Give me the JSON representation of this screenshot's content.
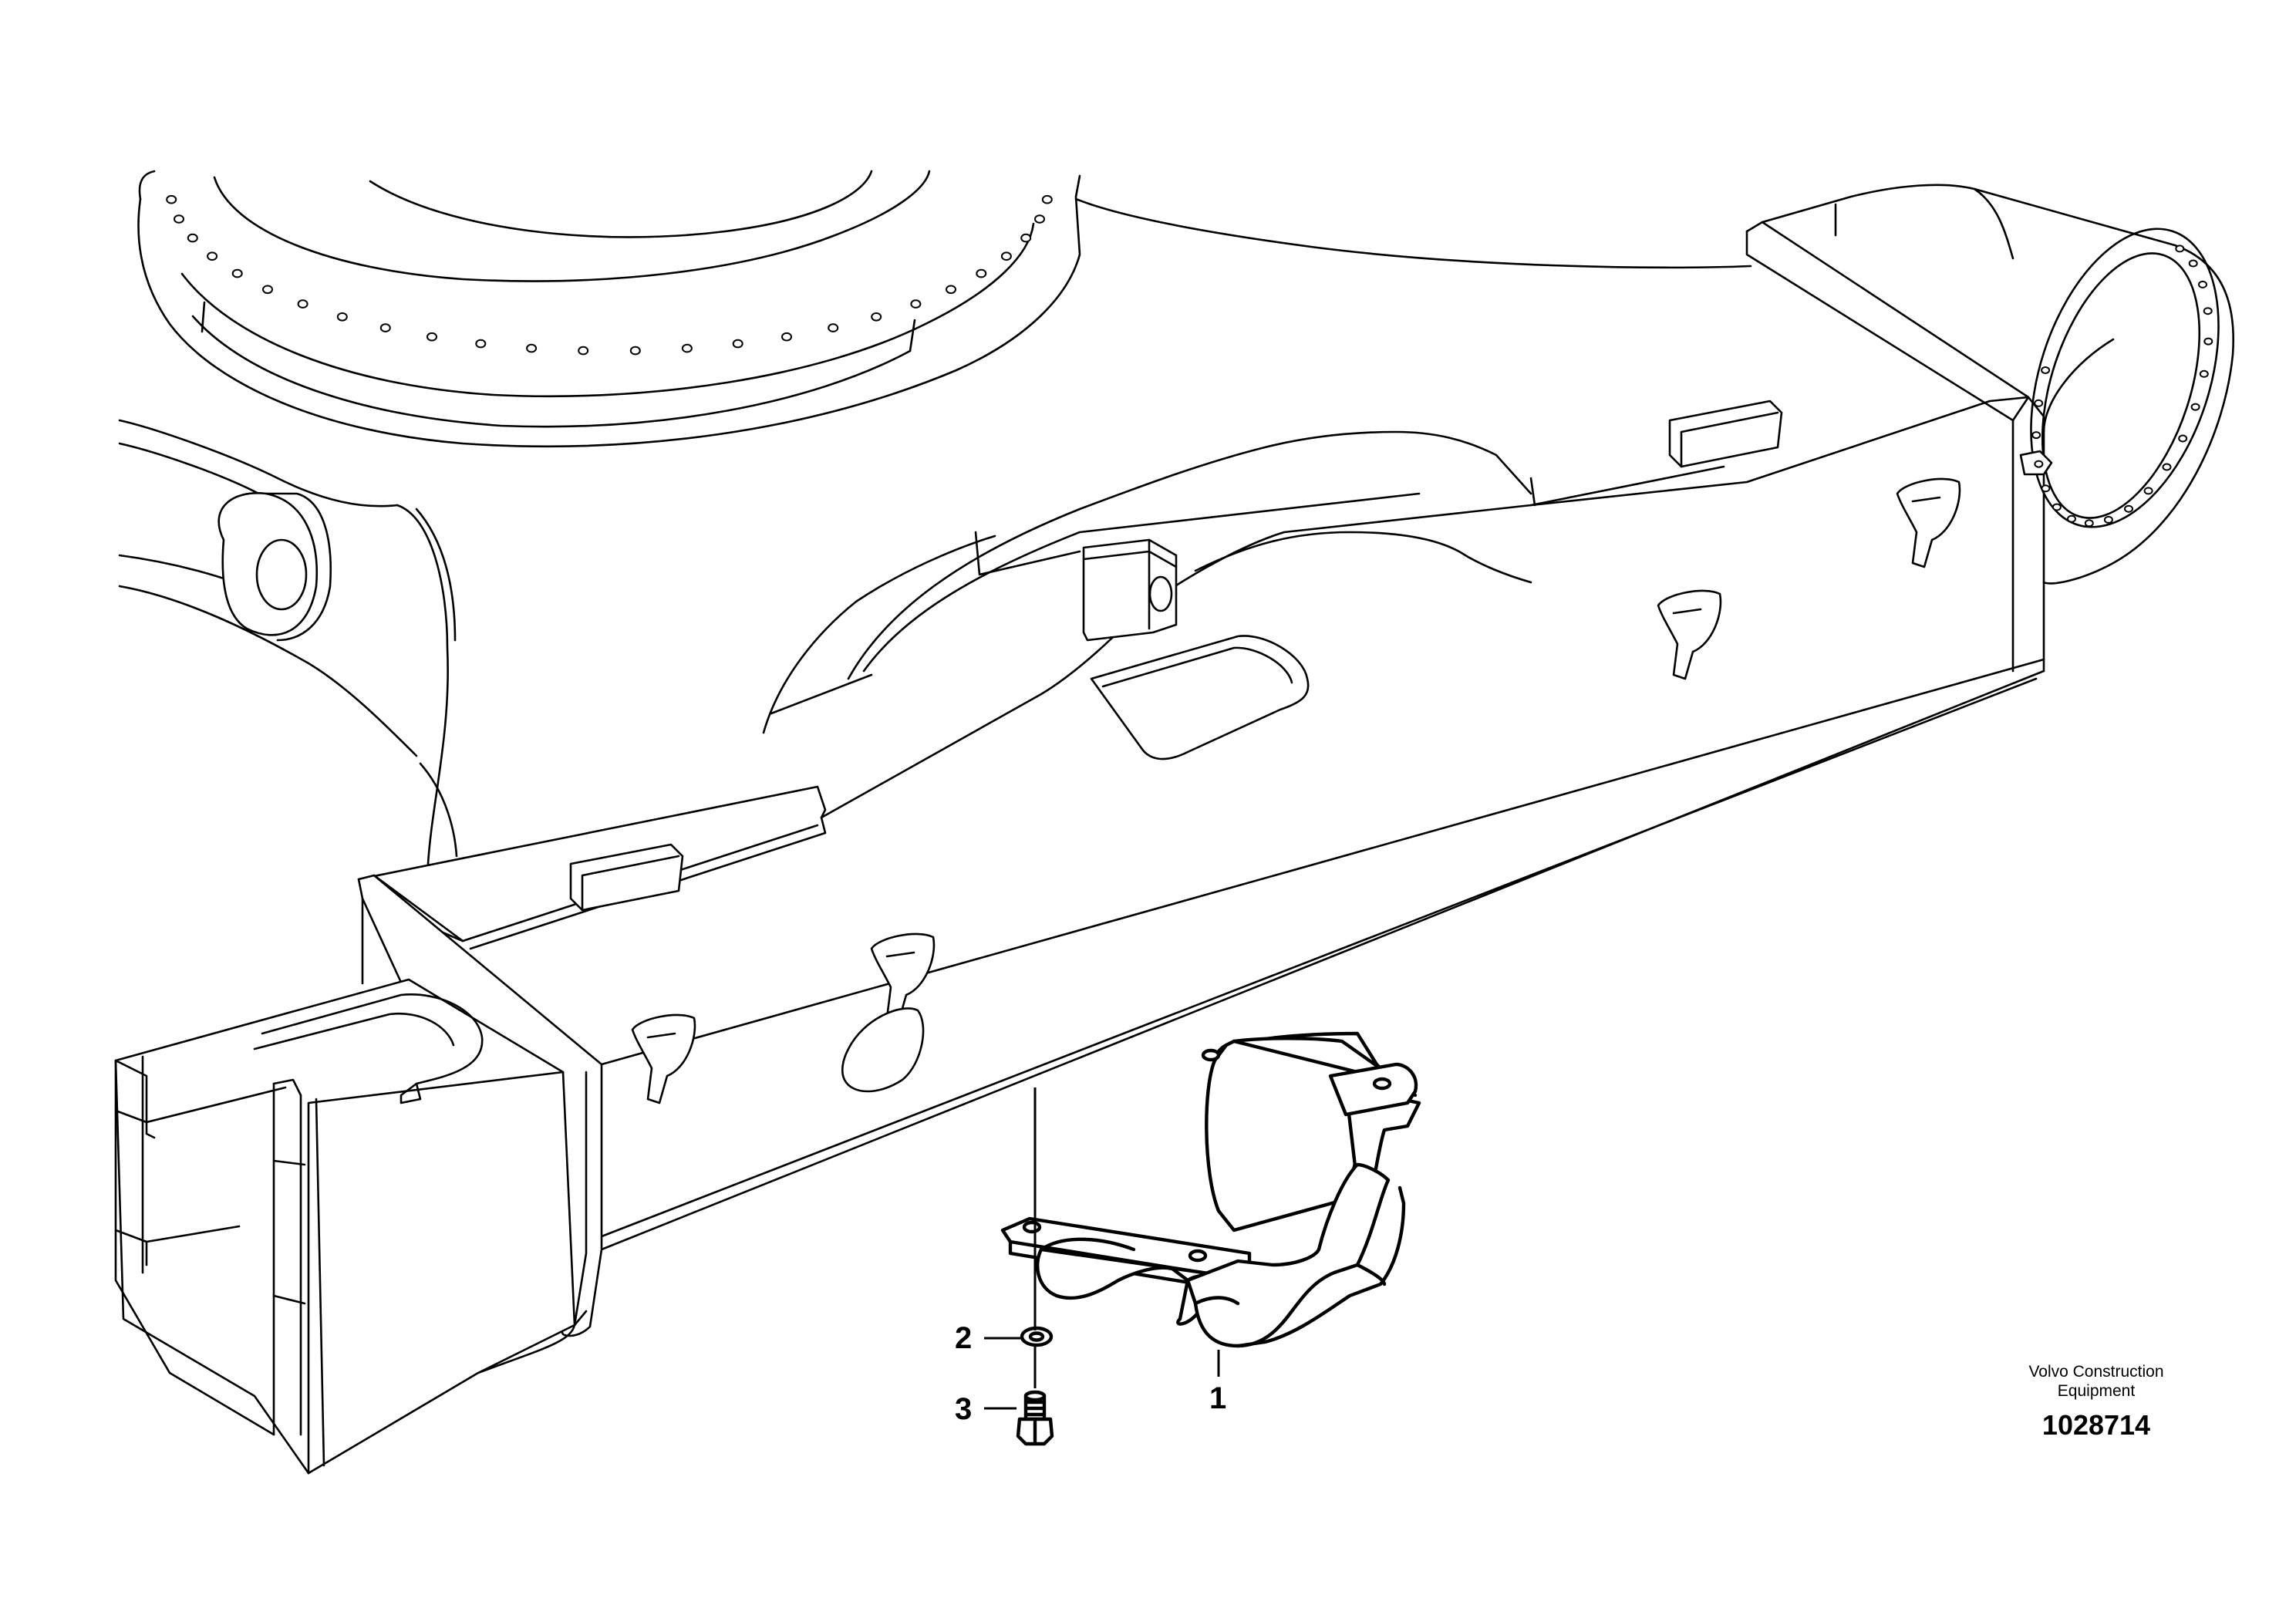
{
  "diagram": {
    "callouts": [
      {
        "id": "callout-1",
        "label": "1"
      },
      {
        "id": "callout-2",
        "label": "2"
      },
      {
        "id": "callout-3",
        "label": "3"
      }
    ],
    "brand_line1": "Volvo Construction",
    "brand_line2": "Equipment",
    "reference_number": "1028714"
  }
}
